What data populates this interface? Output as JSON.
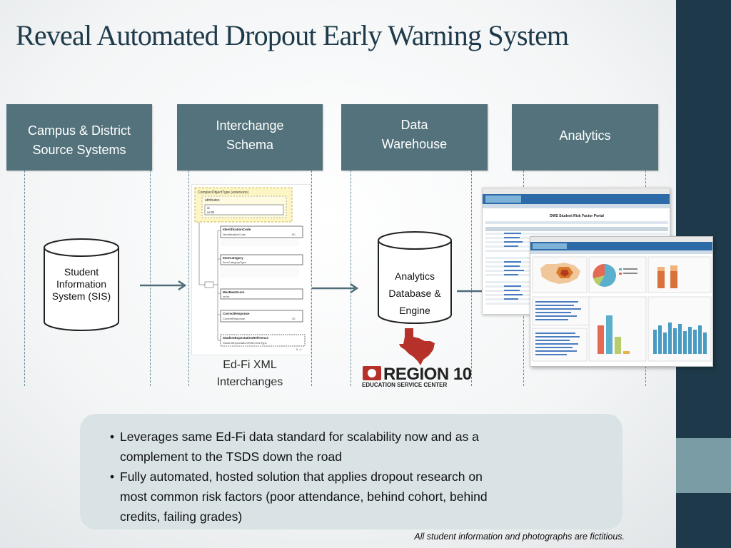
{
  "title": "Reveal Automated Dropout Early Warning System",
  "headers": {
    "campus": [
      "Campus & District",
      "Source Systems"
    ],
    "interchange": [
      "Interchange",
      "Schema"
    ],
    "warehouse": [
      "Data",
      "Warehouse"
    ],
    "analytics": "Analytics"
  },
  "cylinders": {
    "sis": [
      "Student",
      "Information",
      "System (SIS)"
    ],
    "analytics_db": [
      "Analytics",
      "Database &",
      "Engine"
    ]
  },
  "xml_caption": [
    "Ed-Fi XML",
    "Interchanges"
  ],
  "xml_doc": {
    "root": "ComplexObjectType (extension)",
    "attributes": "attributes",
    "id": "id",
    "id_type": "xs:ID",
    "elements": [
      {
        "name": "IdentificationCode",
        "type": "IdentificationCode",
        "maxlen": "60"
      },
      {
        "name": "ItemCategory",
        "type": "ItemCategoryType"
      },
      {
        "name": "MaxRawScore",
        "type": "xs:int"
      },
      {
        "name": "CorrectResponse",
        "type": "CorrectResponse",
        "maxlen": "20"
      },
      {
        "name": "StudentExpectationReference",
        "type": "StudentExpectationReferenceType"
      }
    ],
    "occurs": "0..∞"
  },
  "logo": {
    "text": "REGION 10",
    "subtitle": "EDUCATION SERVICE CENTER"
  },
  "dashboard": {
    "portal_title": "DWS Student Risk Factor Portal"
  },
  "bullets": [
    [
      "Leverages same Ed-Fi  data standard for scalability now and as a",
      "complement to the TSDS down the road"
    ],
    [
      "Fully automated, hosted solution that applies dropout research on",
      "most common risk factors (poor attendance, behind cohort, behind",
      "credits, failing grades)"
    ]
  ],
  "footnote": "All student information and photographs are fictitious.",
  "colors": {
    "header_box": "#53727c",
    "sidebar": "#1e3a4a",
    "sidebar_accent": "#7a9ca4",
    "title": "#1e3a4a",
    "logo_red": "#b5312a",
    "bullet_box": "#d9e3e6"
  }
}
